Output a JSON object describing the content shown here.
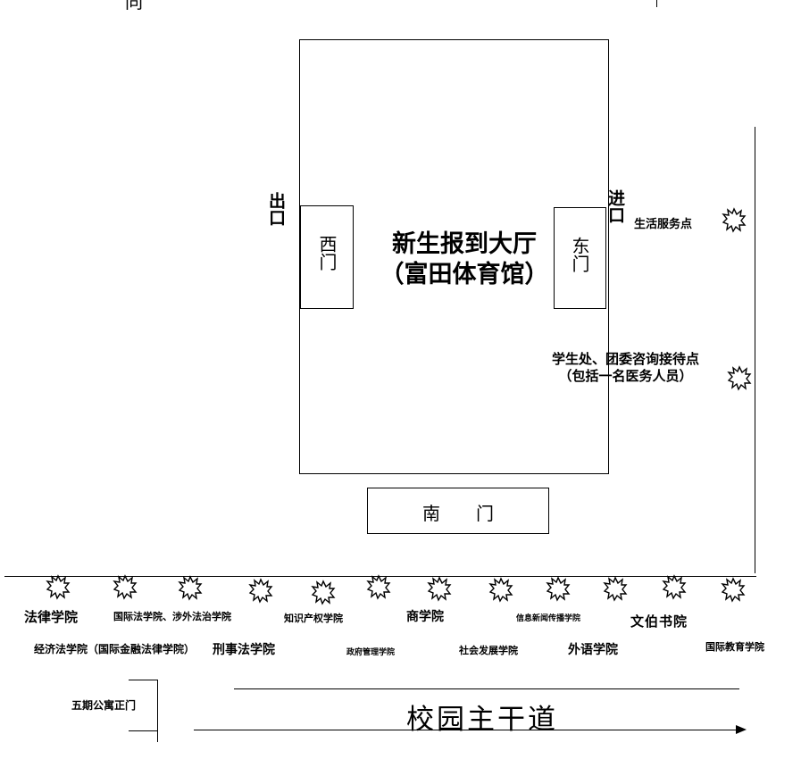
{
  "hall": {
    "line1": "新生报到大厅",
    "line2": "（富田体育馆）"
  },
  "doors": {
    "west": "西门",
    "east": "东门",
    "south": "南　　门"
  },
  "exit_label": "出口",
  "entry_label": "进口",
  "service_points": {
    "life_service": "生活服务点",
    "consult_line1": "学生处、团委咨询接待点",
    "consult_line2": "（包括一名医务人员）"
  },
  "colleges_row1": [
    "法律学院",
    "国际法学院、涉外法治学院",
    "知识产权学院",
    "商学院",
    "信息新闻传播学院",
    "文伯书院"
  ],
  "colleges_row2": [
    "经济法学院（国际金融法律学院）",
    "刑事法学院",
    "政府管理学院",
    "社会发展学院",
    "外语学院",
    "国际教育学院"
  ],
  "apartment_gate": "五期公寓正门",
  "main_road": "校园主干道",
  "top_cutoff_text": "同　　　　　　　　　　　　　　　　　"
}
